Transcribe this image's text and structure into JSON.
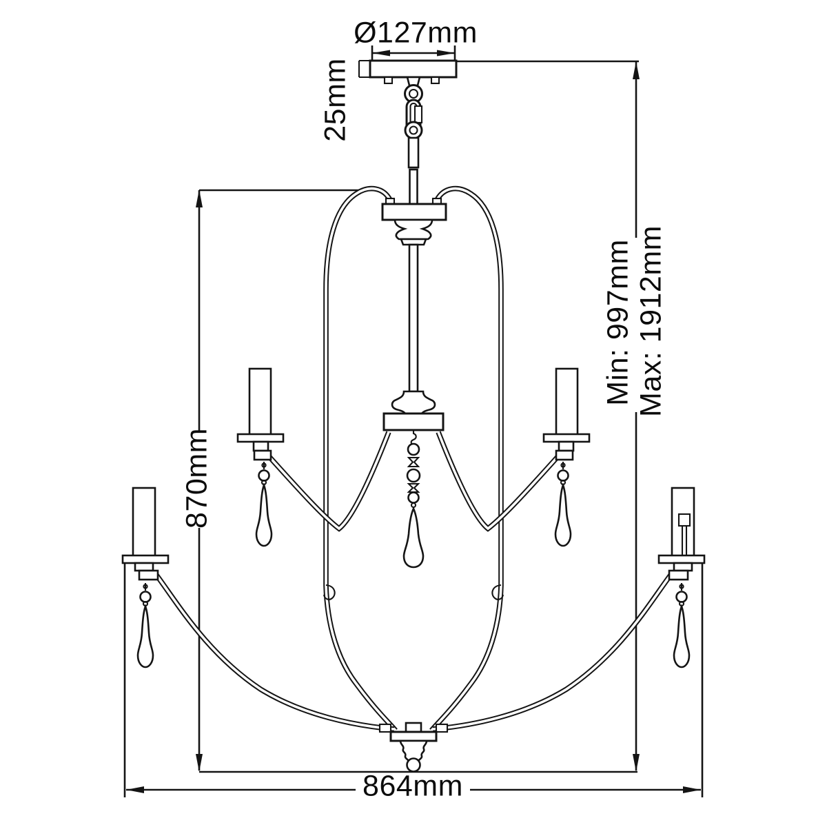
{
  "diagram": {
    "title": "chandelier-dimension-line-drawing",
    "colors": {
      "background": "#ffffff",
      "line": "#141414",
      "text": "#0c0c0c"
    },
    "labels": {
      "canopy_diameter": "Ø127mm",
      "canopy_depth": "25mm",
      "drop_min": "Min: 997mm",
      "drop_max": "Max: 1912mm",
      "body_height": "870mm",
      "overall_width": "864mm"
    }
  }
}
